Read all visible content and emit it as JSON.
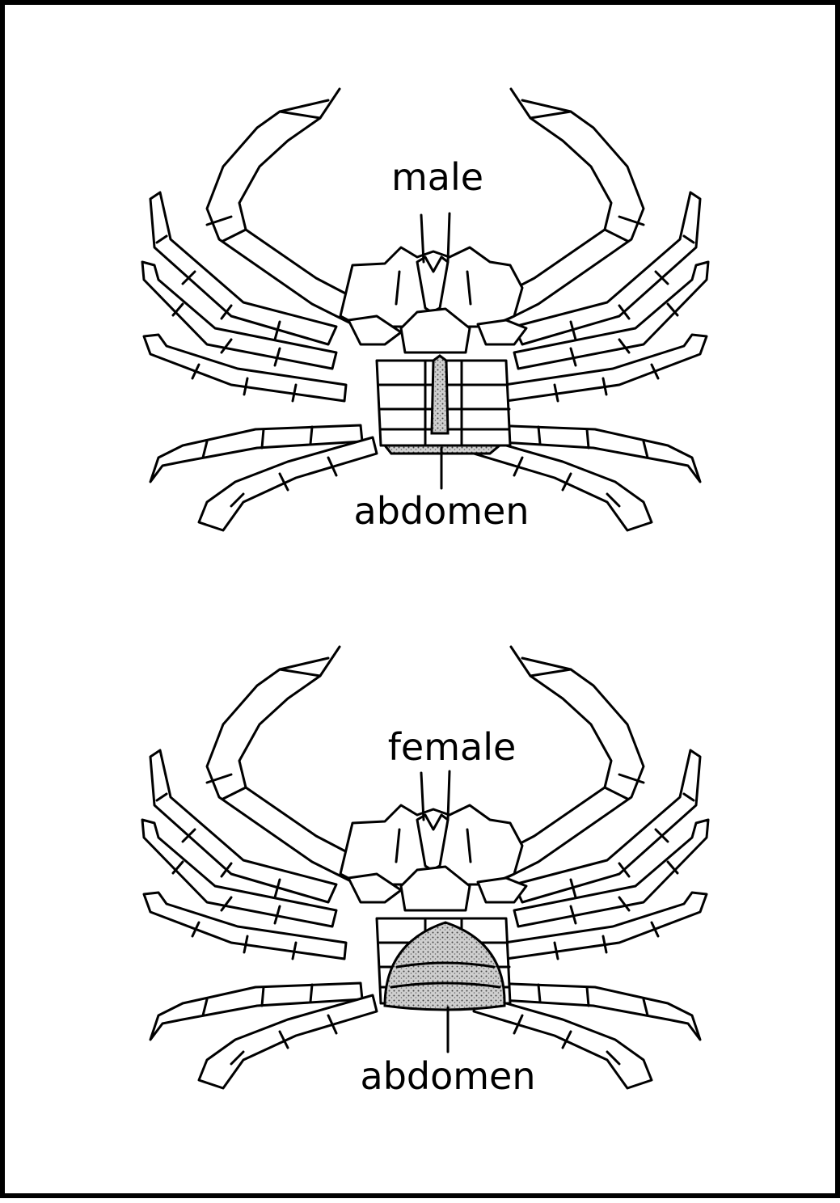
{
  "diagram": {
    "male": {
      "title": "male",
      "abdomen_label": "abdomen"
    },
    "female": {
      "title": "female",
      "abdomen_label": "abdomen"
    }
  }
}
